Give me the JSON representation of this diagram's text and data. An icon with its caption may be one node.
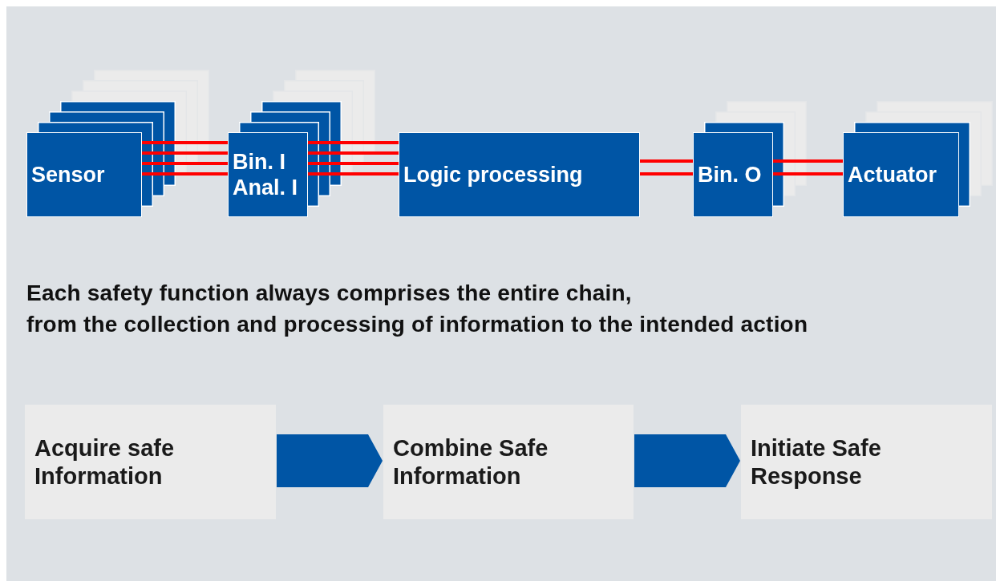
{
  "diagram": {
    "nodes": [
      {
        "text": [
          "Sensor"
        ]
      },
      {
        "text": [
          "Bin. I Anal. I"
        ]
      },
      {
        "text": [
          "Logic processing"
        ]
      },
      {
        "text": [
          "Bin. O"
        ]
      },
      {
        "text": [
          "Actuator"
        ]
      },
      {
        "text": [
          "Acquire safe Information"
        ]
      },
      {
        "text": [
          "Combine Safe Information"
        ]
      },
      {
        "text": [
          "Initiate Safe Response"
        ]
      }
    ],
    "edges": [
      {
        "from": 0,
        "to": 1,
        "arrow": "none"
      },
      {
        "from": 0,
        "to": 1,
        "arrow": "none"
      },
      {
        "from": 0,
        "to": 1,
        "arrow": "none"
      },
      {
        "from": 0,
        "to": 1,
        "arrow": "none"
      },
      {
        "from": 1,
        "to": 2,
        "arrow": "none"
      },
      {
        "from": 1,
        "to": 2,
        "arrow": "none"
      },
      {
        "from": 1,
        "to": 2,
        "arrow": "none"
      },
      {
        "from": 1,
        "to": 2,
        "arrow": "none"
      },
      {
        "from": 2,
        "to": 3,
        "arrow": "none"
      },
      {
        "from": 2,
        "to": 3,
        "arrow": "none"
      },
      {
        "from": 3,
        "to": 4,
        "arrow": "none"
      },
      {
        "from": 3,
        "to": 4,
        "arrow": "none"
      },
      {
        "from": 5,
        "to": 6,
        "arrow": "to",
        "style": "thick",
        "color": "#0055a5"
      },
      {
        "from": 6,
        "to": 7,
        "arrow": "to",
        "style": "thick",
        "color": "#0055a5"
      }
    ],
    "labels": [
      "Each safety function always comprises the entire chain,",
      "from the collection and processing of information to the intended action"
    ]
  }
}
